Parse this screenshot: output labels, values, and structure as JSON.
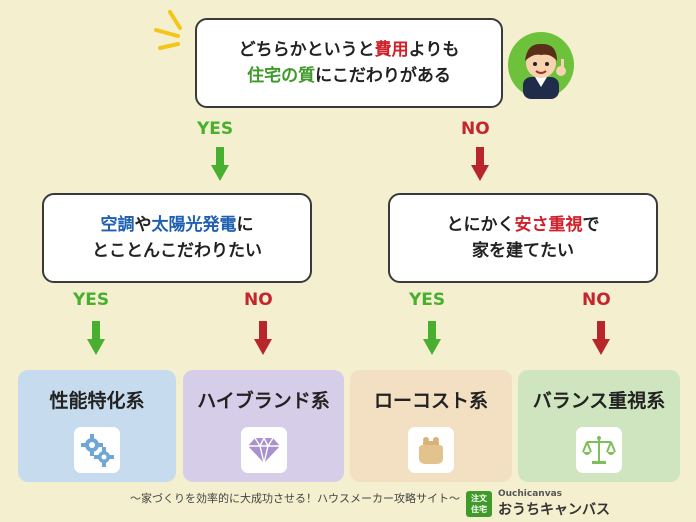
{
  "question_1": {
    "line1": {
      "pre": "どちらかというと",
      "hl": "費用",
      "post": "よりも"
    },
    "line2": {
      "hl": "住宅の質",
      "post": "にこだわりがある"
    }
  },
  "question_2": {
    "line1": {
      "hl1": "空調",
      "mid": "や",
      "hl2": "太陽光発電",
      "post": "に"
    },
    "line2": "とことんこだわりたい"
  },
  "question_3": {
    "line1": {
      "pre": "とにかく",
      "hl": "安さ重視",
      "post": "で"
    },
    "line2": "家を建てたい"
  },
  "answers": {
    "yes": "YES",
    "no": "NO"
  },
  "categories": [
    {
      "title": "性能特化系",
      "icon": "gears-icon"
    },
    {
      "title": "ハイブランド系",
      "icon": "diamond-icon"
    },
    {
      "title": "ローコスト系",
      "icon": "coin-purse-icon"
    },
    {
      "title": "バランス重視系",
      "icon": "balance-scale-icon"
    }
  ],
  "footer": {
    "tagline": "〜家づくりを効率的に大成功させる！ハウスメーカー攻略サイト〜",
    "logo_badge_top": "注文",
    "logo_badge_bottom": "住宅",
    "logo_en": "Ouchicanvas",
    "logo_jp": "おうちキャンバス"
  },
  "colors": {
    "background": "#f3efcf",
    "yes": "#49b02f",
    "no": "#c4262e",
    "highlight_red": "#d0202a",
    "highlight_green": "#3f9a2a",
    "highlight_blue": "#1f5fb0",
    "performance": "#c6dcee",
    "high_brand": "#d6cde8",
    "low_cost": "#f3dfc2",
    "balance": "#cfe5bf"
  }
}
